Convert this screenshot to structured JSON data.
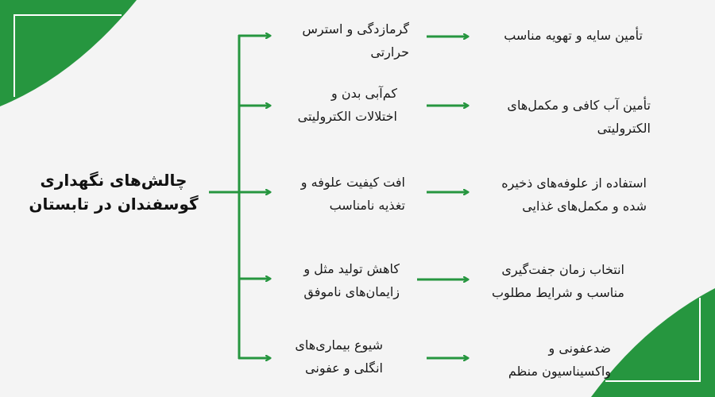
{
  "colors": {
    "accent": "#26963f",
    "background": "#f4f4f4",
    "text": "#1a1a1a"
  },
  "root": {
    "lines": [
      "چالش‌های نگهداری",
      "گوسفندان در تابستان"
    ]
  },
  "challenges": [
    {
      "lines": [
        "گرمازدگی و استرس",
        "حرارتی"
      ]
    },
    {
      "lines": [
        "کم‌آبی بدن و",
        "اختلالات الکترولیتی"
      ]
    },
    {
      "lines": [
        "افت کیفیت علوفه و",
        "تغذیه نامناسب"
      ]
    },
    {
      "lines": [
        "کاهش تولید مثل و",
        "زایمان‌های ناموفق"
      ]
    },
    {
      "lines": [
        "شیوع بیماری‌های",
        "انگلی و عفونی"
      ]
    }
  ],
  "solutions": [
    {
      "lines": [
        "تأمین سایه و تهویه مناسب"
      ]
    },
    {
      "lines": [
        "تأمین آب کافی و مکمل‌های",
        "الکترولیتی"
      ]
    },
    {
      "lines": [
        "استفاده از علوفه‌های ذخیره",
        "شده و مکمل‌های غذایی"
      ]
    },
    {
      "lines": [
        "انتخاب زمان جفت‌گیری",
        "مناسب و شرایط مطلوب"
      ]
    },
    {
      "lines": [
        "ضدعفونی و",
        "واکسیناسیون منظم"
      ]
    }
  ]
}
